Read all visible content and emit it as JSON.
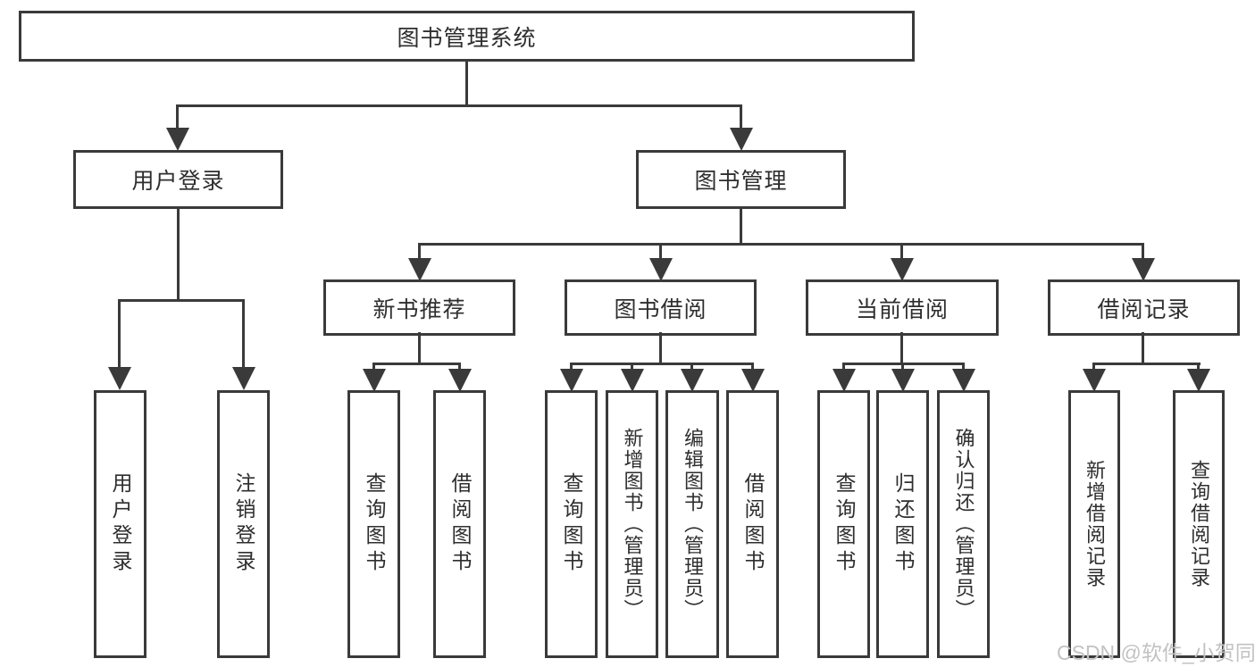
{
  "watermark": "CSDN @软件_小贺同学",
  "colors": {
    "line": "#3a3a3a",
    "text": "#2e2e2e",
    "watermark": "#c3c2c2",
    "background": "#ffffff"
  },
  "tree": {
    "label": "图书管理系统",
    "children": [
      {
        "label": "用户登录",
        "children": [
          {
            "label": "用户登录"
          },
          {
            "label": "注销登录"
          }
        ]
      },
      {
        "label": "图书管理",
        "children": [
          {
            "label": "新书推荐",
            "children": [
              {
                "label": "查询图书"
              },
              {
                "label": "借阅图书"
              }
            ]
          },
          {
            "label": "图书借阅",
            "children": [
              {
                "label": "查询图书"
              },
              {
                "label": "新增图书（管理员）"
              },
              {
                "label": "编辑图书（管理员）"
              },
              {
                "label": "借阅图书"
              }
            ]
          },
          {
            "label": "当前借阅",
            "children": [
              {
                "label": "查询图书"
              },
              {
                "label": "归还图书"
              },
              {
                "label": "确认归还（管理员）"
              }
            ]
          },
          {
            "label": "借阅记录",
            "children": [
              {
                "label": "新增借阅记录"
              },
              {
                "label": "查询借阅记录"
              }
            ]
          }
        ]
      }
    ]
  }
}
